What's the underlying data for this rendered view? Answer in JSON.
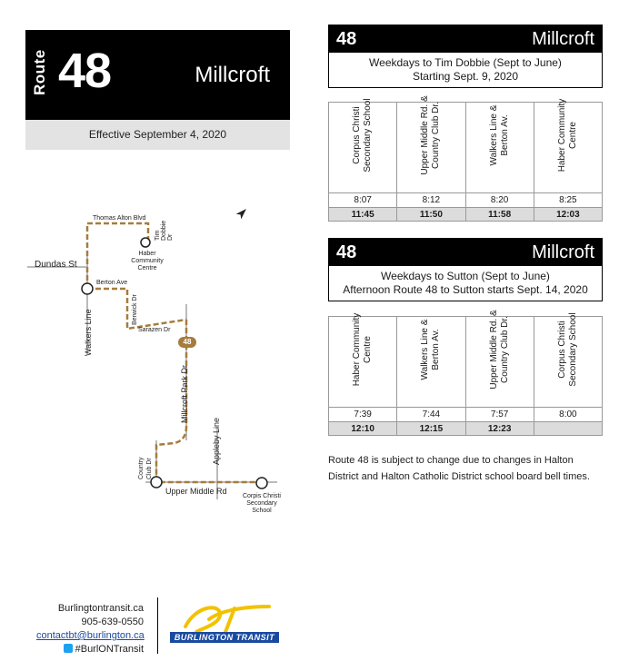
{
  "route": {
    "word": "Route",
    "number": "48",
    "name": "Millcroft",
    "effective": "Effective September 4, 2020"
  },
  "map": {
    "streets": {
      "thomas_alton": "Thomas Alton Blvd",
      "tim_dobbie": "Tim Dobbie Dr",
      "dundas": "Dundas St",
      "berton": "Berton Ave",
      "berwick": "Berwick Dr",
      "walkers": "Walkers Line",
      "sarazen": "Sarazen Dr",
      "millcroft_park": "Millcroft Park Dr",
      "appleby": "Appleby Line",
      "country_club": "Country Club Dr",
      "upper_middle": "Upper Middle Rd"
    },
    "stops": {
      "haber": "Haber Community Centre",
      "corpus": "Corpis Christi Secondary School"
    },
    "route_badge": "48",
    "north_label": "N",
    "route_color": "#a67c3d"
  },
  "schedules": [
    {
      "number": "48",
      "name": "Millcroft",
      "subtitle_line1": "Weekdays to Tim Dobbie (Sept to June)",
      "subtitle_line2": "Starting Sept. 9, 2020",
      "headers": [
        "Corpus Christi Secondary School",
        "Upper Middle Rd. & Country Club Dr.",
        "Walkers Line & Berton Av.",
        "Haber Community Centre"
      ],
      "am_times": [
        "8:07",
        "8:12",
        "8:20",
        "8:25"
      ],
      "pm_times": [
        "11:45",
        "11:50",
        "11:58",
        "12:03"
      ]
    },
    {
      "number": "48",
      "name": "Millcroft",
      "subtitle_line1": "Weekdays to Sutton (Sept to June)",
      "subtitle_line2": "Afternoon Route 48 to Sutton starts Sept. 14, 2020",
      "headers": [
        "Haber Community Centre",
        "Walkers Line & Berton Av.",
        "Upper Middle Rd. & Country Club Dr.",
        "Corpus Christi Secondary School"
      ],
      "am_times": [
        "7:39",
        "7:44",
        "7:57",
        "8:00"
      ],
      "pm_times": [
        "12:10",
        "12:15",
        "12:23",
        ""
      ]
    }
  ],
  "note": "Route 48 is subject to change due to changes in Halton District and Halton Catholic District school board bell times.",
  "contact": {
    "website": "Burlingtontransit.ca",
    "phone": "905-639-0550",
    "email": "contactbt@burlington.ca",
    "twitter": "#BurlONTransit"
  },
  "logo": {
    "text": "BURLINGTON TRANSIT",
    "color": "#1a4aa0",
    "accent": "#f2c200"
  }
}
